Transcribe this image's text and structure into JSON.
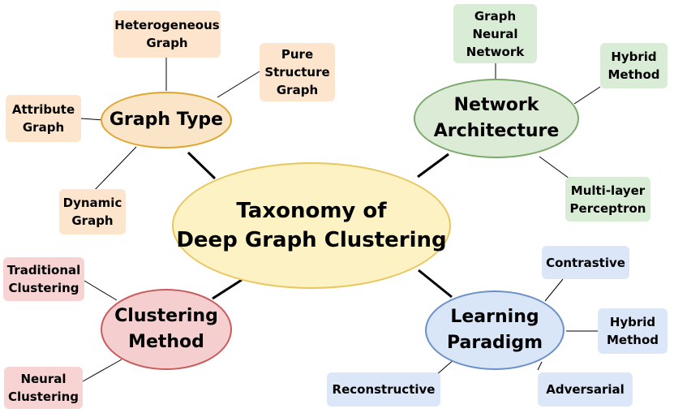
{
  "center": {
    "label": "Taxonomy of\nDeep Graph Clustering"
  },
  "categories": {
    "graph_type": {
      "label": "Graph Type",
      "fill": "#fbe5c8",
      "stroke": "#e0a52c"
    },
    "network_architecture": {
      "label": "Network\nArchitecture",
      "fill": "#dcebd6",
      "stroke": "#7aa96b"
    },
    "clustering_method": {
      "label": "Clustering\nMethod",
      "fill": "#f5cfcf",
      "stroke": "#c85b5b"
    },
    "learning_paradigm": {
      "label": "Learning\nParadigm",
      "fill": "#d8e6f7",
      "stroke": "#6b8fc8"
    }
  },
  "leaves": {
    "heterogeneous_graph": "Heterogeneous\nGraph",
    "pure_structure_graph": "Pure\nStructure\nGraph",
    "attribute_graph": "Attribute\nGraph",
    "dynamic_graph": "Dynamic\nGraph",
    "graph_neural_network": "Graph\nNeural\nNetwork",
    "hybrid_method_arch": "Hybrid\nMethod",
    "multi_layer_perceptron": "Multi-layer\nPerceptron",
    "traditional_clustering": "Traditional\nClustering",
    "neural_clustering": "Neural\nClustering",
    "contrastive": "Contrastive",
    "hybrid_method_paradigm": "Hybrid\nMethod",
    "reconstructive": "Reconstructive",
    "adversarial": "Adversarial"
  },
  "colors": {
    "center_fill": "#fdf2c4",
    "center_stroke": "#e8c65c",
    "orange_box": "#fde4cc",
    "green_box": "#d9ecd5",
    "red_box": "#f7d3d3",
    "blue_box": "#dbe7f8"
  }
}
